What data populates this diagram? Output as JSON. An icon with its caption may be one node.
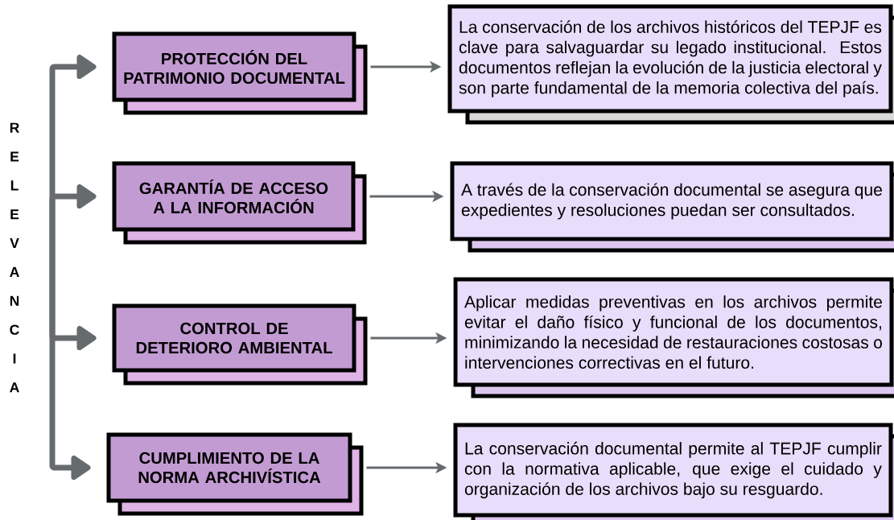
{
  "diagram": {
    "nodes": [
      {
        "text": [
          "RELEVANCIA"
        ]
      },
      {
        "text": [
          "PROTECCIÓN DEL PATRIMONIO DOCUMENTAL"
        ]
      },
      {
        "text": [
          "La conservación de los archivos históricos del TEPJF es clave para salvaguardar su legado institucional. Estos documentos reflejan la evolución de la justicia electoral y son parte fundamental de la memoria colectiva del país."
        ]
      },
      {
        "text": [
          "GARANTÍA DE ACCESO A LA INFORMACIÓN"
        ]
      },
      {
        "text": [
          "A través de la conservación documental se asegura que expedientes y resoluciones puedan ser consultados."
        ]
      },
      {
        "text": [
          "CONTROL DE DETERIORO AMBIENTAL"
        ]
      },
      {
        "text": [
          "Aplicar medidas preventivas en los archivos permite evitar el daño físico y funcional de los documentos, minimizando la necesidad de restauraciones costosas o intervenciones correctivas en el futuro."
        ]
      },
      {
        "text": [
          "CUMPLIMIENTO DE LA NORMA ARCHIVÍSTICA"
        ]
      },
      {
        "text": [
          "La conservación documental permite al TEPJF cumplir con la normativa aplicable, que exige el cuidado y organización de los archivos bajo su resguardo."
        ]
      }
    ],
    "edges": [
      {
        "from": 0,
        "to": 1,
        "arrow": "to",
        "style": "thick"
      },
      {
        "from": 0,
        "to": 3,
        "arrow": "to",
        "style": "thick"
      },
      {
        "from": 0,
        "to": 5,
        "arrow": "to",
        "style": "thick"
      },
      {
        "from": 0,
        "to": 7,
        "arrow": "to",
        "style": "thick"
      },
      {
        "from": 1,
        "to": 2,
        "arrow": "to"
      },
      {
        "from": 3,
        "to": 4,
        "arrow": "to"
      },
      {
        "from": 5,
        "to": 6,
        "arrow": "to"
      },
      {
        "from": 7,
        "to": 8,
        "arrow": "to"
      }
    ]
  }
}
